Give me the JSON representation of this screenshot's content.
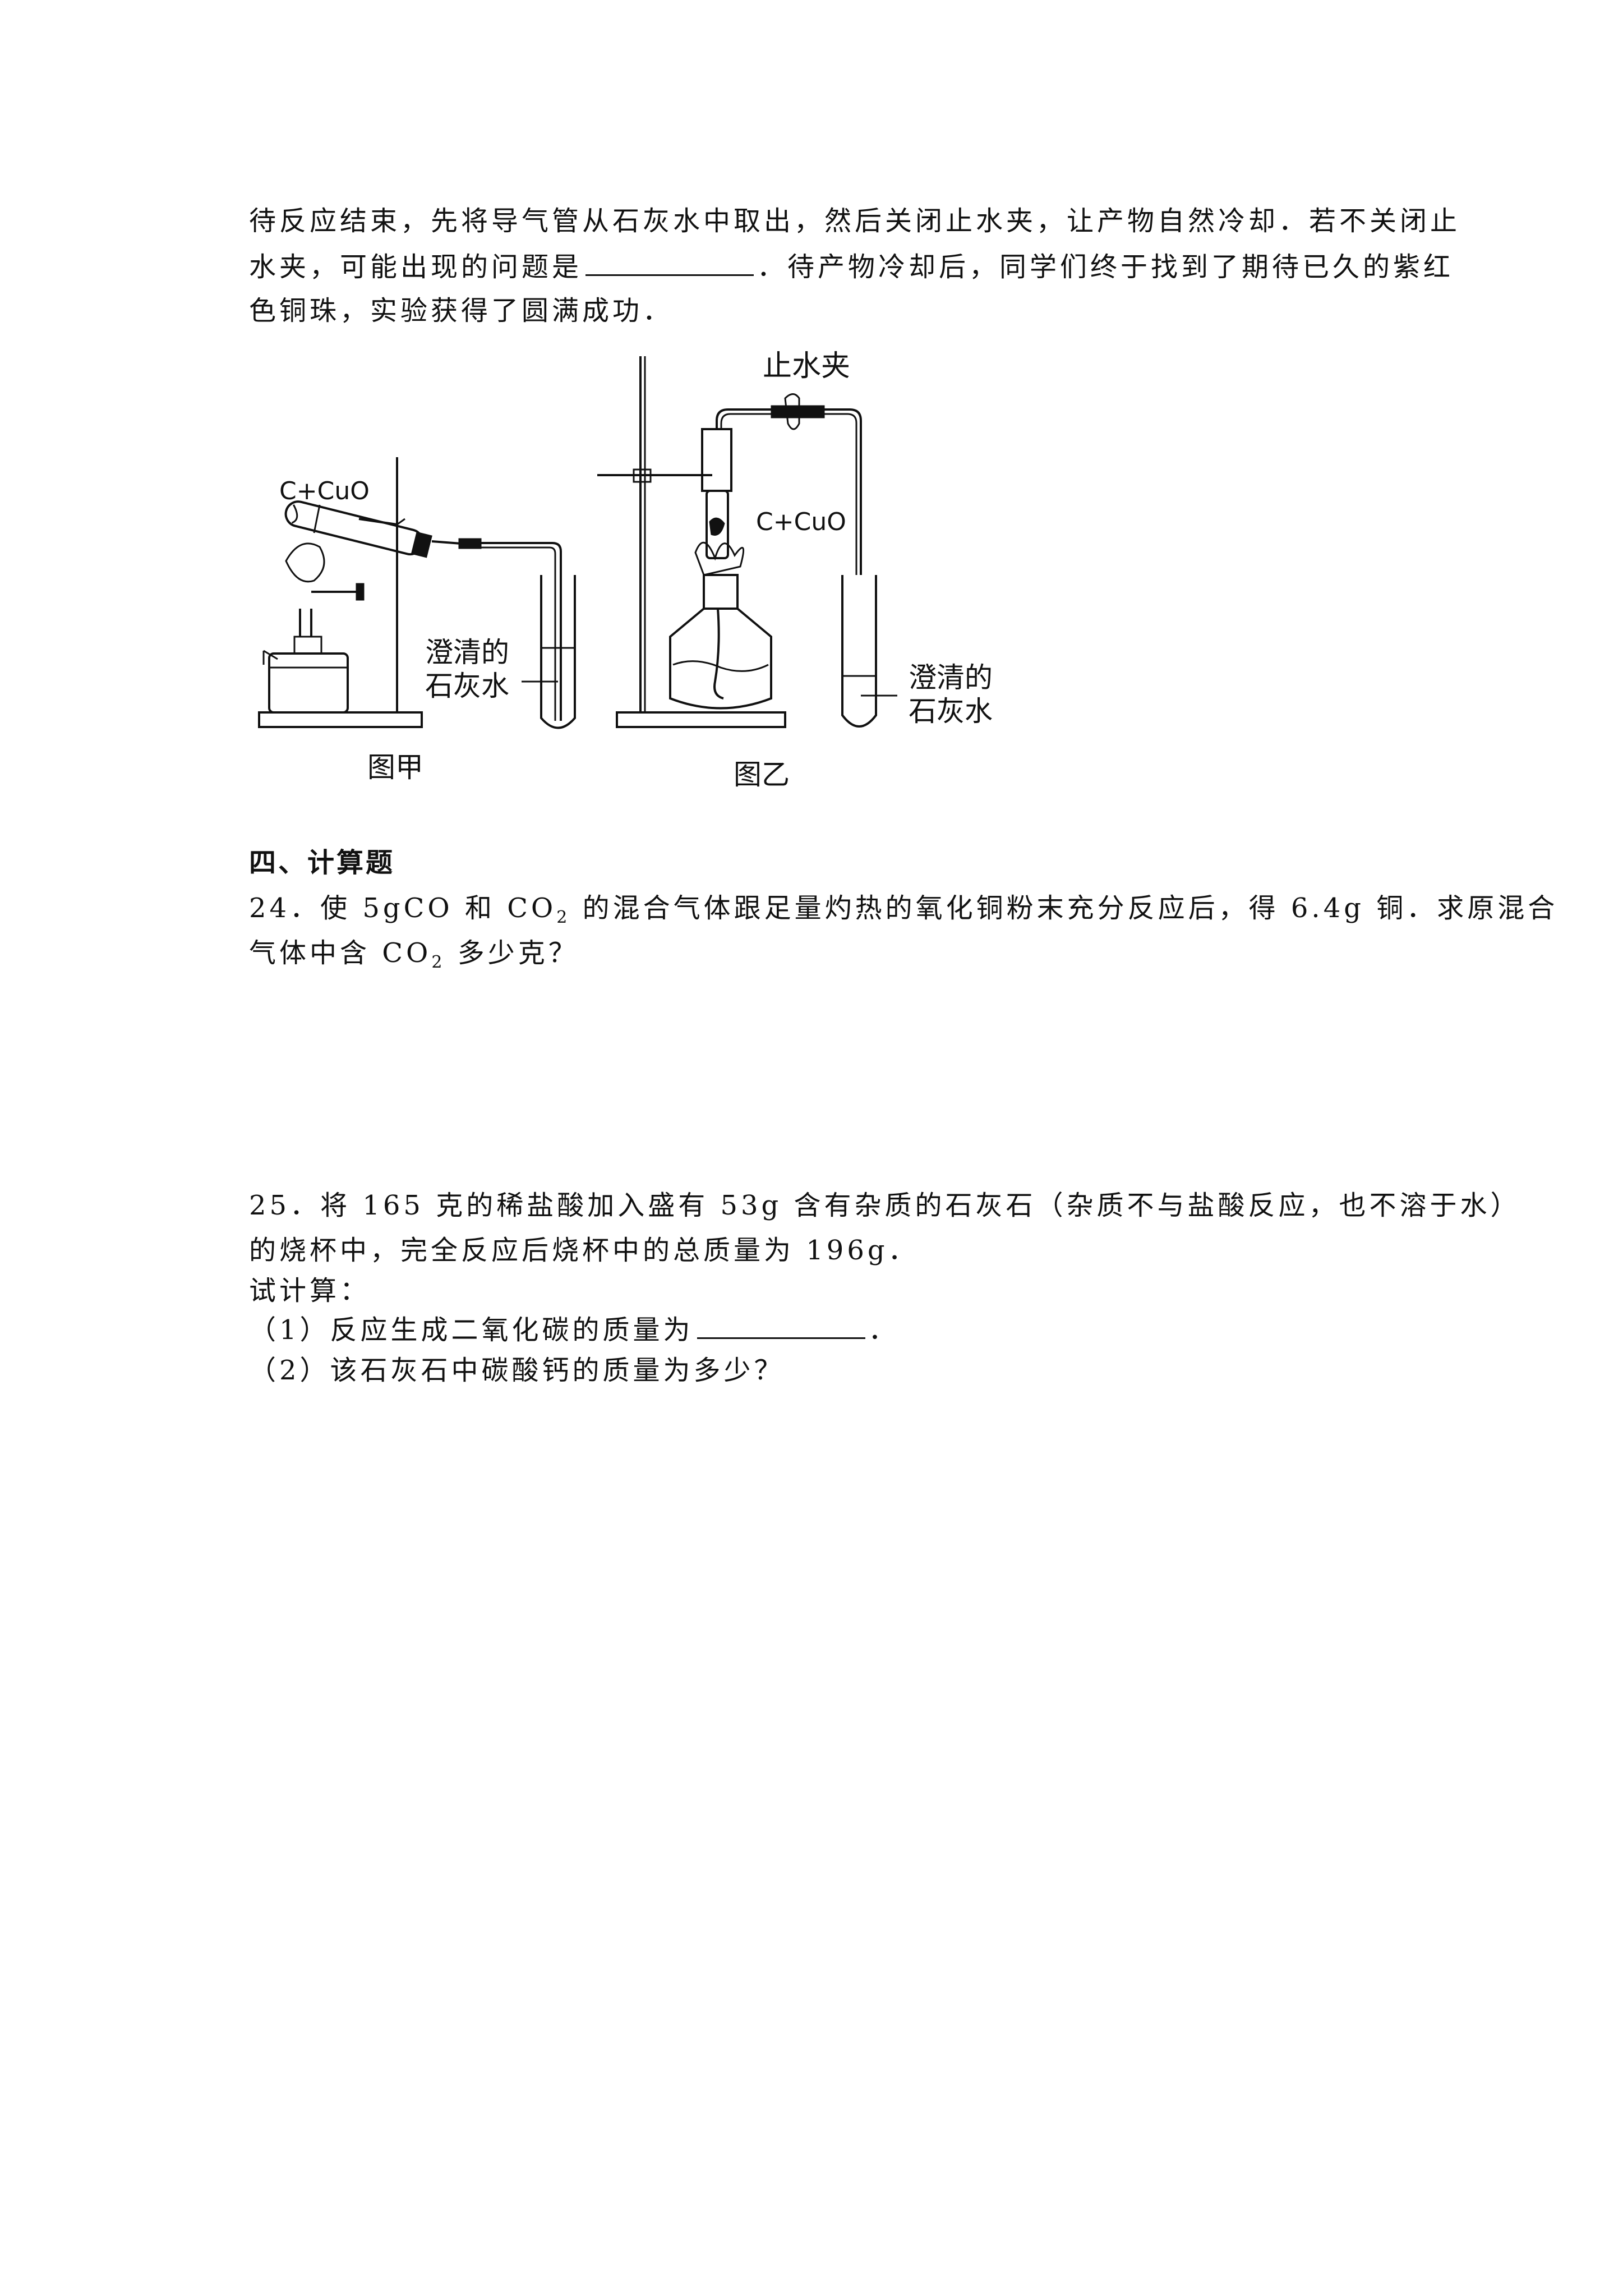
{
  "intro": {
    "line1": "待反应结束，先将导气管从石灰水中取出，然后关闭止水夹，让产物自然冷却．若不关闭止",
    "line2_before_blank": "水夹，可能出现的问题是",
    "line2_after_blank": "．待产物冷却后，同学们终于找到了期待已久的紫红",
    "line3": "色铜珠，实验获得了圆满成功．"
  },
  "figure": {
    "jia": {
      "reactant_label": "C+CuO",
      "limewater_label_line1": "澄清的",
      "limewater_label_line2": "石灰水",
      "caption": "图甲"
    },
    "yi": {
      "clamp_label": "止水夹",
      "reactant_label": "C+CuO",
      "limewater_label_line1": "澄清的",
      "limewater_label_line2": "石灰水",
      "caption": "图乙"
    }
  },
  "section_title": "四、计算题",
  "q24": {
    "line1_a": "24．使 5gCO 和 CO",
    "line1_sub": "2",
    "line1_b": " 的混合气体跟足量灼热的氧化铜粉末充分反应后，得 6.4g 铜．求原混合",
    "line2_a": "气体中含 CO",
    "line2_sub": "2",
    "line2_b": " 多少克？"
  },
  "q25": {
    "line1": "25．将 165 克的稀盐酸加入盛有 53g 含有杂质的石灰石（杂质不与盐酸反应，也不溶于水）",
    "line2": "的烧杯中，完全反应后烧杯中的总质量为 196g．",
    "line3": "试计算：",
    "part1_before_blank": "（1）反应生成二氧化碳的质量为",
    "part1_after_blank": "．",
    "part2": "（2）该石灰石中碳酸钙的质量为多少？"
  }
}
